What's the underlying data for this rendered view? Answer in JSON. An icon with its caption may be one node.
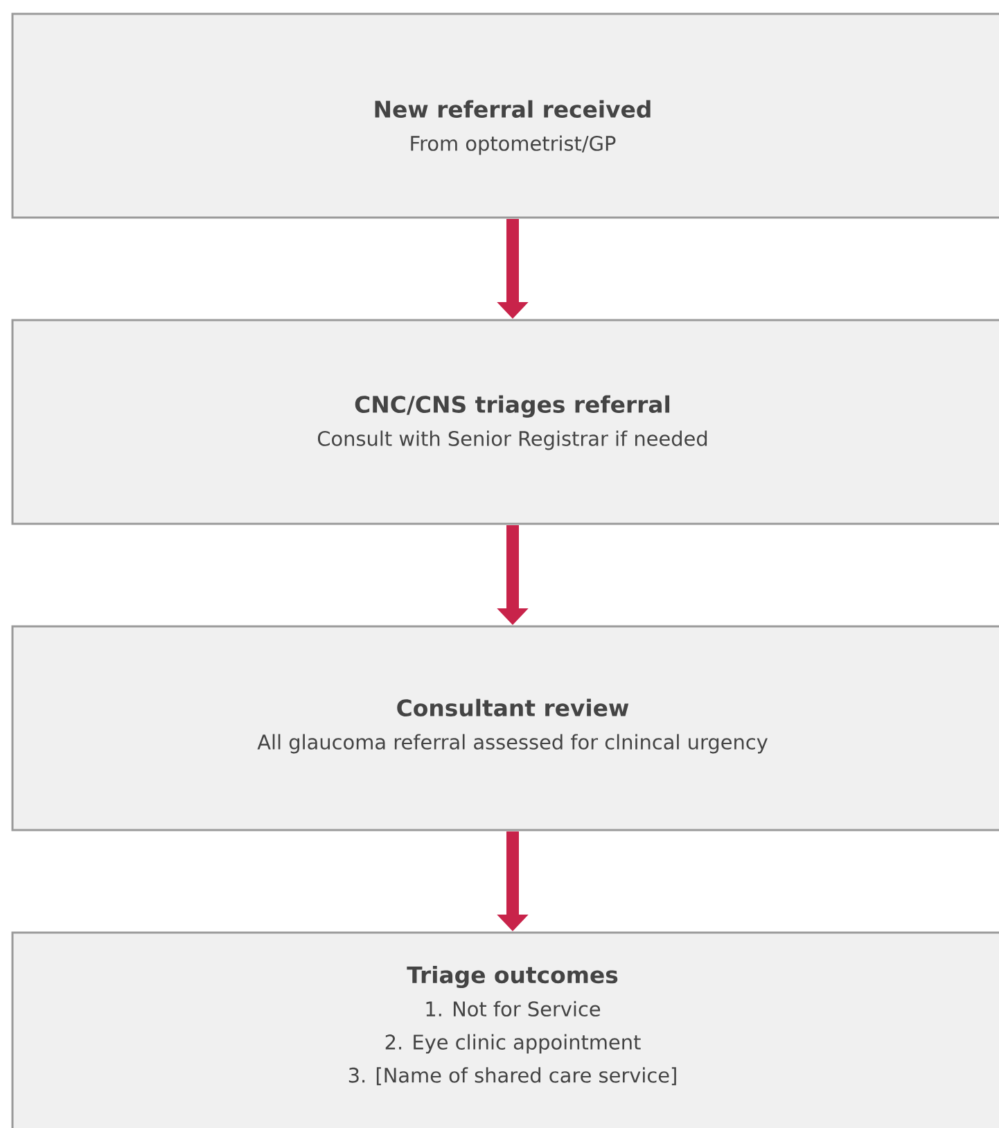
{
  "diagram": {
    "nodes": [
      {
        "text": [
          "New referral received",
          "From optometrist/GP"
        ]
      },
      {
        "text": [
          "CNC/CNS triages referral",
          "Consult with Senior Registrar if needed"
        ]
      },
      {
        "text": [
          "Consultant review",
          "All glaucoma referral assessed for clnincal urgency"
        ]
      },
      {
        "text": [
          "Triage outcomes",
          "1. Not for Service",
          "2. Eye clinic appointment",
          "3. [Name of shared care service]"
        ]
      }
    ],
    "edges": [
      {
        "from": 0,
        "to": 1,
        "arrow": "to"
      },
      {
        "from": 1,
        "to": 2,
        "arrow": "to"
      },
      {
        "from": 2,
        "to": 3,
        "arrow": "to"
      }
    ]
  }
}
